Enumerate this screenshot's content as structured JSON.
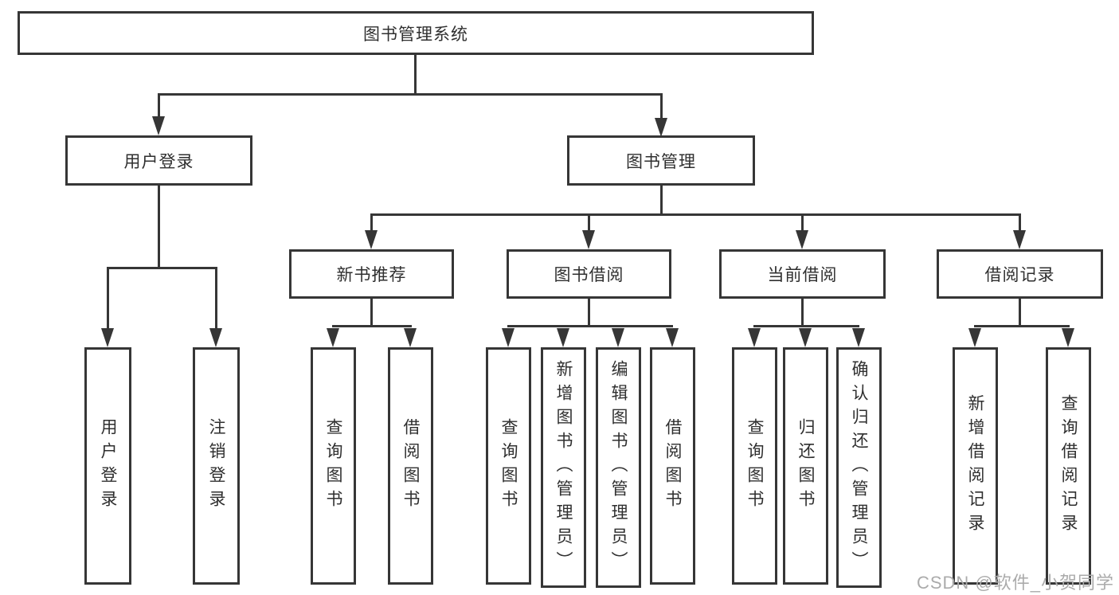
{
  "tree": {
    "root": {
      "label": "图书管理系统"
    },
    "user_login": {
      "label": "用户登录",
      "children": [
        {
          "label": "用户登录"
        },
        {
          "label": "注销登录"
        }
      ]
    },
    "book_management": {
      "label": "图书管理",
      "groups": [
        {
          "label": "新书推荐",
          "children": [
            {
              "label": "查询图书"
            },
            {
              "label": "借阅图书"
            }
          ]
        },
        {
          "label": "图书借阅",
          "children": [
            {
              "label": "查询图书"
            },
            {
              "label": "新增图书（管理员）"
            },
            {
              "label": "编辑图书（管理员）"
            },
            {
              "label": "借阅图书"
            }
          ]
        },
        {
          "label": "当前借阅",
          "children": [
            {
              "label": "查询图书"
            },
            {
              "label": "归还图书"
            },
            {
              "label": "确认归还（管理员）"
            }
          ]
        },
        {
          "label": "借阅记录",
          "children": [
            {
              "label": "新增借阅记录"
            },
            {
              "label": "查询借阅记录"
            }
          ]
        }
      ]
    }
  },
  "watermark": {
    "text": "CSDN @软件_小贺同学"
  },
  "colors": {
    "line": "#363636",
    "text": "#2f2f2f",
    "watermark": "#ababab",
    "background": "#ffffff"
  }
}
